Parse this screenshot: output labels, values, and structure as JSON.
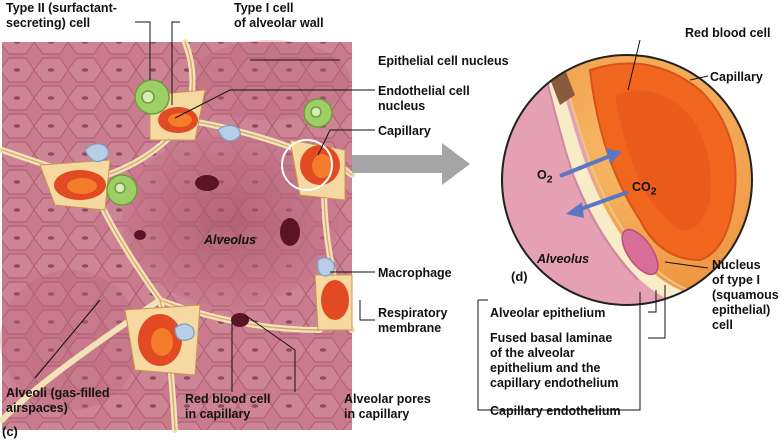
{
  "panel_c": {
    "panel_letter": "(c)",
    "alveolus": "Alveolus",
    "type2_cell": [
      "Type II (surfactant-",
      "secreting) cell"
    ],
    "type1_cell": [
      "Type I cell",
      "of alveolar wall"
    ],
    "epithelial_nucleus": "Epithelial cell nucleus",
    "endothelial_nucleus": [
      "Endothelial cell",
      "nucleus"
    ],
    "capillary": "Capillary",
    "macrophage": "Macrophage",
    "respiratory_membrane": [
      "Respiratory",
      "membrane"
    ],
    "alveoli": [
      "Alveoli (gas-filled",
      "airspaces)"
    ],
    "red_blood_cell_capillary": [
      "Red blood cell",
      "in capillary"
    ],
    "alveolar_pores": [
      "Alveolar pores",
      "in capillary"
    ]
  },
  "panel_d": {
    "panel_letter": "(d)",
    "red_blood_cell": "Red blood cell",
    "capillary": "Capillary",
    "o2": "O",
    "o2_sub": "2",
    "co2": "CO",
    "co2_sub": "2",
    "alveolus": "Alveolus",
    "nucleus_type1": [
      "Nucleus",
      "of type I",
      "(squamous",
      "epithelial)",
      "cell"
    ],
    "alveolar_epithelium": "Alveolar epithelium",
    "fused_basal_laminae": [
      "Fused basal laminae",
      "of the alveolar",
      "epithelium and the",
      "capillary endothelium"
    ],
    "capillary_endothelium": "Capillary endothelium"
  },
  "colors": {
    "tissue": "#c97a8c",
    "tissue_dark": "#a85468",
    "alveolus_center": "#b86378",
    "membrane": "#f3e3b8",
    "capillary": "#e14a22",
    "rbc": "#f26a1f",
    "type2_cell": "#9ecf66",
    "macrophage": "#b8cde6",
    "zoom_capillary": "#f6a350",
    "zoom_rbc": "#f0661f",
    "zoom_alveolus": "#e6a0b4",
    "arrow": "#5b77c2",
    "pointer_arrow": "#a5a5a5"
  }
}
